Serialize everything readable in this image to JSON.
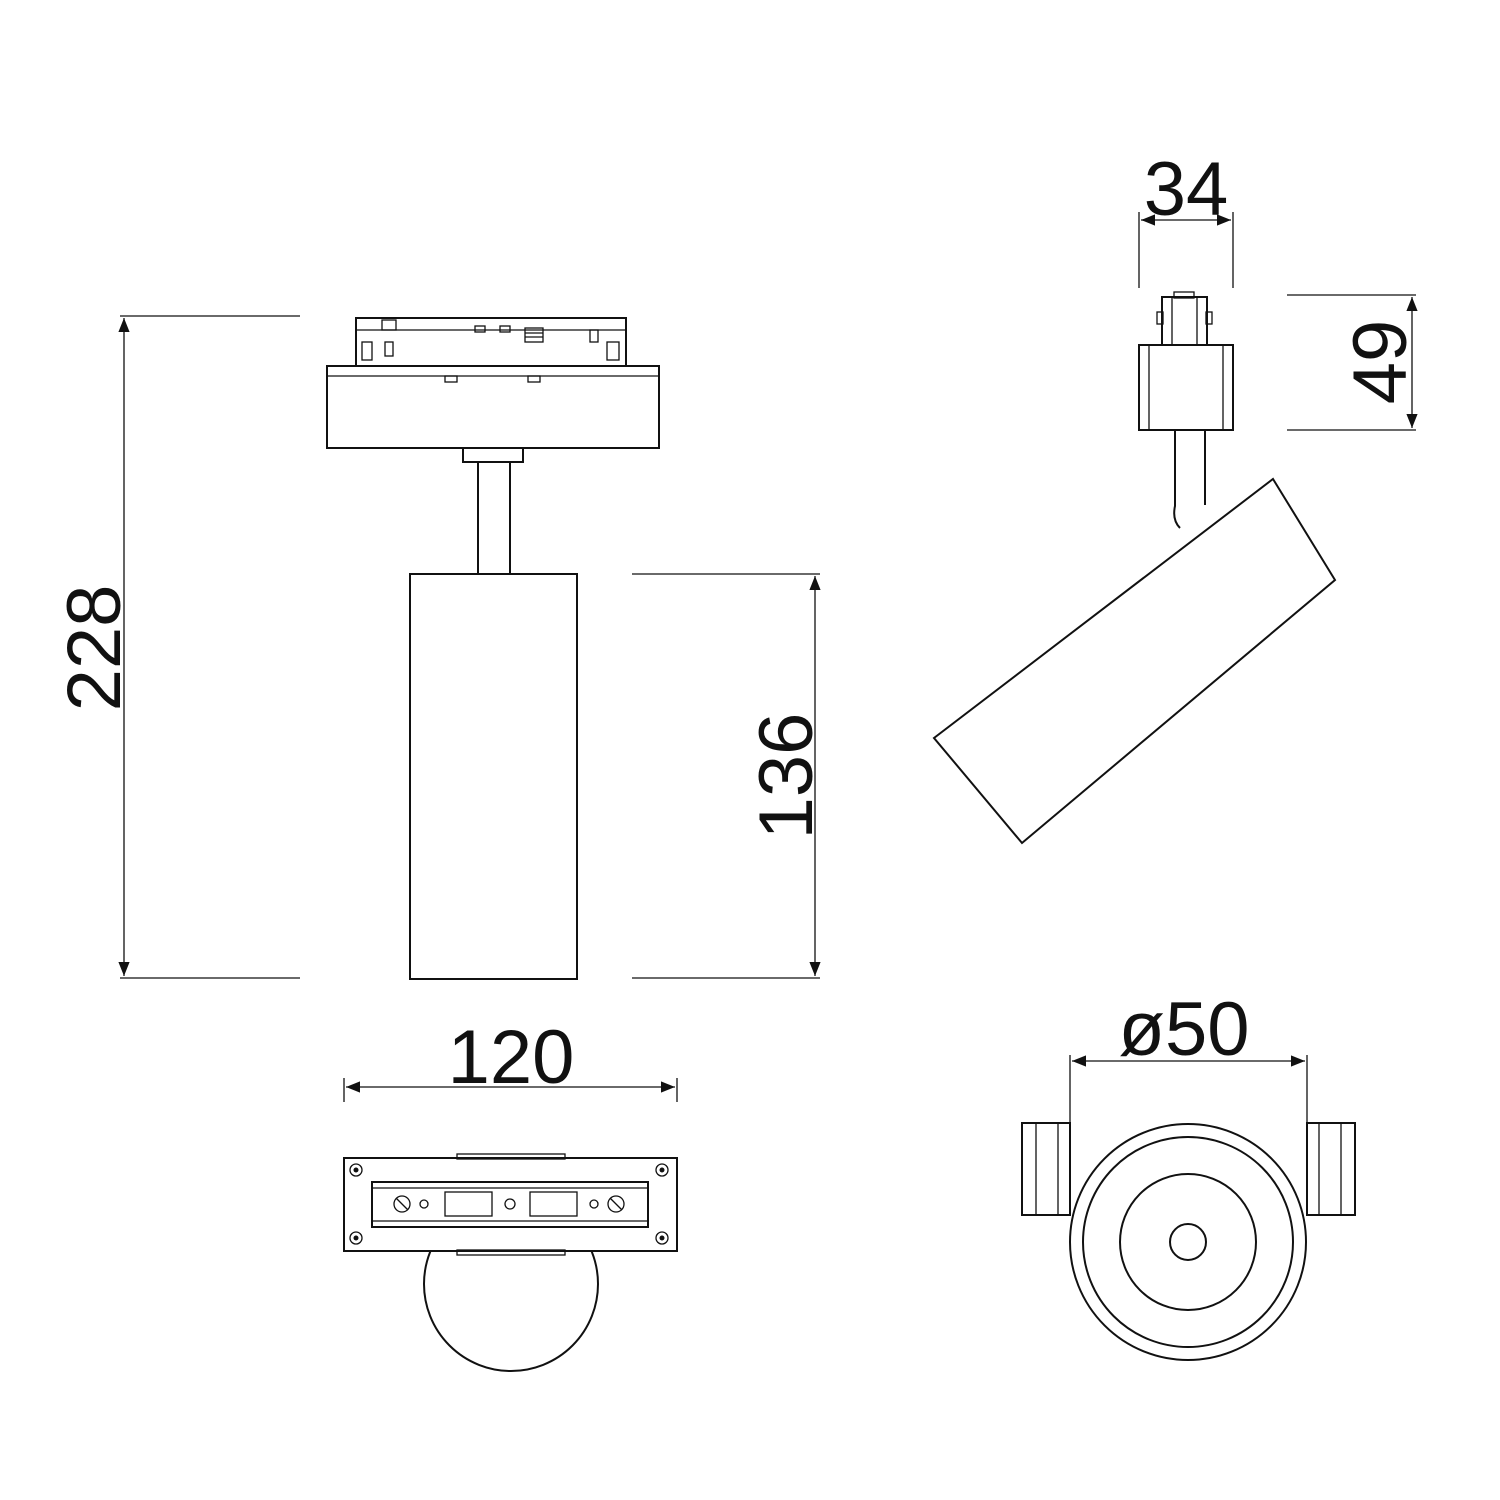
{
  "dimensions": {
    "total_height": "228",
    "body_height": "136",
    "base_width": "120",
    "adapter_width": "34",
    "adapter_height": "49",
    "body_diameter": "ø50"
  },
  "colors": {
    "line": "#111111",
    "background": "#ffffff"
  }
}
